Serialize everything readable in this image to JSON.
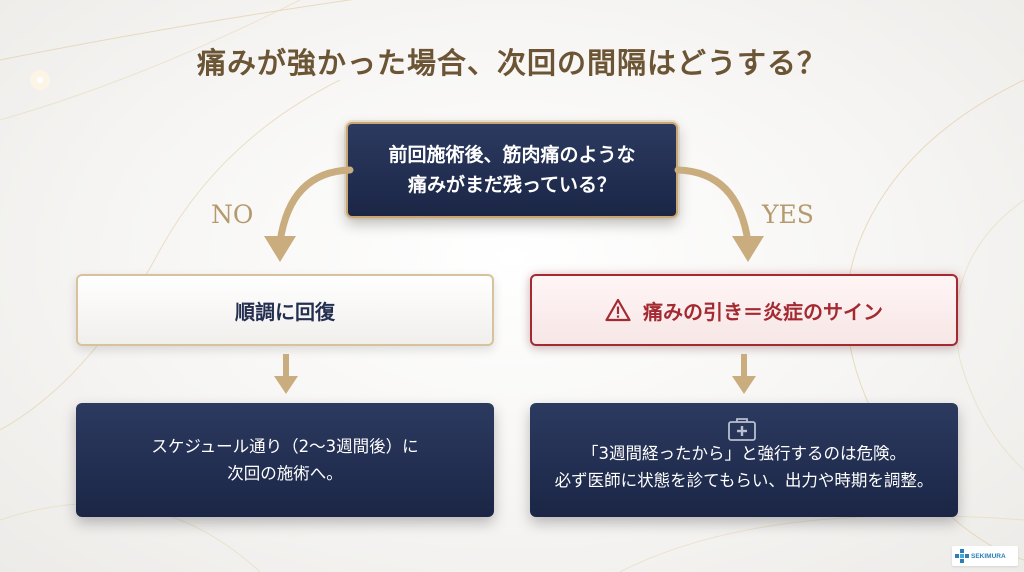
{
  "title": "痛みが強かった場合、次回の間隔はどうする？",
  "question": {
    "line1": "前回施術後、筋肉痛のような",
    "line2": "痛みがまだ残っている？"
  },
  "branches": {
    "no_label": "NO",
    "yes_label": "YES"
  },
  "no_box": {
    "text": "順調に回復"
  },
  "yes_box": {
    "icon": "warning-triangle-icon",
    "text": "痛みの引き＝炎症のサイン"
  },
  "no_result": {
    "line1": "スケジュール通り（2〜3週間後）に",
    "line2": "次回の施術へ。"
  },
  "yes_result": {
    "icon": "first-aid-kit-icon",
    "line1": "「3週間経ったから」と強行するのは危険。",
    "line2": "必ず医師に状態を診てもらい、出力や時期を調整。"
  },
  "logo": {
    "text": "SEKIMURA"
  },
  "colors": {
    "navy": "#1b2646",
    "gold": "#c8a773",
    "red": "#a42a32",
    "title": "#6b5534"
  }
}
